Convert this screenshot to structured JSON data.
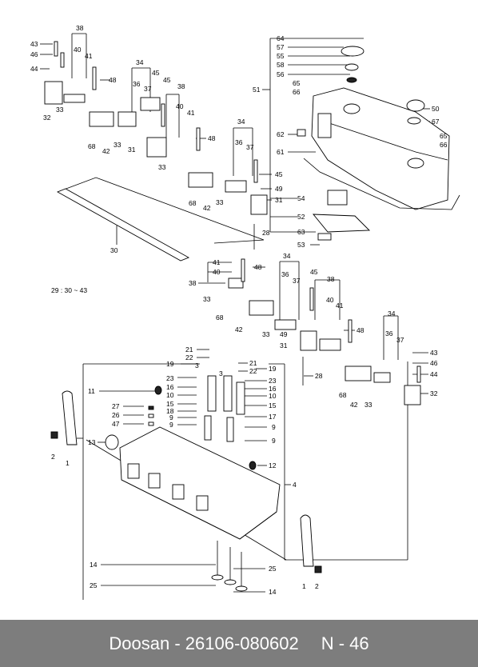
{
  "footer": {
    "part_text": "Doosan - 26106-080602",
    "page_ref": "N - 46"
  },
  "note": "29 : 30 ~ 43",
  "callouts": [
    {
      "id": "c43a",
      "text": "43"
    },
    {
      "id": "c46a",
      "text": "46"
    },
    {
      "id": "c44a",
      "text": "44"
    },
    {
      "id": "c38a",
      "text": "38"
    },
    {
      "id": "c40a",
      "text": "40"
    },
    {
      "id": "c41a",
      "text": "41"
    },
    {
      "id": "c48a",
      "text": "48"
    },
    {
      "id": "c32a",
      "text": "32"
    },
    {
      "id": "c33a",
      "text": "33"
    },
    {
      "id": "c68a",
      "text": "68"
    },
    {
      "id": "c33b",
      "text": "33"
    },
    {
      "id": "c42a",
      "text": "42"
    },
    {
      "id": "c34a",
      "text": "34"
    },
    {
      "id": "c36a",
      "text": "36"
    },
    {
      "id": "c37a",
      "text": "37"
    },
    {
      "id": "c45a",
      "text": "45"
    },
    {
      "id": "c45b",
      "text": "45"
    },
    {
      "id": "c38b",
      "text": "38"
    },
    {
      "id": "c40b",
      "text": "40"
    },
    {
      "id": "c41b",
      "text": "41"
    },
    {
      "id": "c31a",
      "text": "31"
    },
    {
      "id": "c48b",
      "text": "48"
    },
    {
      "id": "c33c",
      "text": "33"
    },
    {
      "id": "c34b",
      "text": "34"
    },
    {
      "id": "c36b",
      "text": "36"
    },
    {
      "id": "c37b",
      "text": "37"
    },
    {
      "id": "c45c",
      "text": "45"
    },
    {
      "id": "c49a",
      "text": "49"
    },
    {
      "id": "c31b",
      "text": "31"
    },
    {
      "id": "c68b",
      "text": "68"
    },
    {
      "id": "c42b",
      "text": "42"
    },
    {
      "id": "c33d",
      "text": "33"
    },
    {
      "id": "c28a",
      "text": "28"
    },
    {
      "id": "c30a",
      "text": "30"
    },
    {
      "id": "c64",
      "text": "64"
    },
    {
      "id": "c57",
      "text": "57"
    },
    {
      "id": "c55",
      "text": "55"
    },
    {
      "id": "c58",
      "text": "58"
    },
    {
      "id": "c56",
      "text": "56"
    },
    {
      "id": "c51",
      "text": "51"
    },
    {
      "id": "c65a",
      "text": "65"
    },
    {
      "id": "c66a",
      "text": "66"
    },
    {
      "id": "c50",
      "text": "50"
    },
    {
      "id": "c67",
      "text": "67"
    },
    {
      "id": "c65b",
      "text": "65"
    },
    {
      "id": "c66b",
      "text": "66"
    },
    {
      "id": "c62",
      "text": "62"
    },
    {
      "id": "c61",
      "text": "61"
    },
    {
      "id": "c54",
      "text": "54"
    },
    {
      "id": "c52",
      "text": "52"
    },
    {
      "id": "c63",
      "text": "63"
    },
    {
      "id": "c53",
      "text": "53"
    },
    {
      "id": "c41c",
      "text": "41"
    },
    {
      "id": "c40c",
      "text": "40"
    },
    {
      "id": "c48c",
      "text": "48"
    },
    {
      "id": "c38c",
      "text": "38"
    },
    {
      "id": "c33e",
      "text": "33"
    },
    {
      "id": "c68c",
      "text": "68"
    },
    {
      "id": "c42c",
      "text": "42"
    },
    {
      "id": "c33f",
      "text": "33"
    },
    {
      "id": "c34c",
      "text": "34"
    },
    {
      "id": "c36c",
      "text": "36"
    },
    {
      "id": "c37c",
      "text": "37"
    },
    {
      "id": "c45d",
      "text": "45"
    },
    {
      "id": "c49b",
      "text": "49"
    },
    {
      "id": "c31c",
      "text": "31"
    },
    {
      "id": "c38d",
      "text": "38"
    },
    {
      "id": "c40d",
      "text": "40"
    },
    {
      "id": "c41d",
      "text": "41"
    },
    {
      "id": "c48d",
      "text": "48"
    },
    {
      "id": "c28b",
      "text": "28"
    },
    {
      "id": "c34d",
      "text": "34"
    },
    {
      "id": "c36d",
      "text": "36"
    },
    {
      "id": "c37d",
      "text": "37"
    },
    {
      "id": "c43b",
      "text": "43"
    },
    {
      "id": "c46b",
      "text": "46"
    },
    {
      "id": "c44b",
      "text": "44"
    },
    {
      "id": "c68d",
      "text": "68"
    },
    {
      "id": "c42d",
      "text": "42"
    },
    {
      "id": "c33g",
      "text": "33"
    },
    {
      "id": "c32b",
      "text": "32"
    },
    {
      "id": "c21a",
      "text": "21"
    },
    {
      "id": "c22a",
      "text": "22"
    },
    {
      "id": "c19a",
      "text": "19"
    },
    {
      "id": "c3a",
      "text": "3"
    },
    {
      "id": "c21b",
      "text": "21"
    },
    {
      "id": "c22b",
      "text": "22"
    },
    {
      "id": "c19b",
      "text": "19"
    },
    {
      "id": "c3b",
      "text": "3"
    },
    {
      "id": "c23a",
      "text": "23"
    },
    {
      "id": "c23b",
      "text": "23"
    },
    {
      "id": "c16a",
      "text": "16"
    },
    {
      "id": "c16b",
      "text": "16"
    },
    {
      "id": "c10a",
      "text": "10"
    },
    {
      "id": "c10b",
      "text": "10"
    },
    {
      "id": "c15a",
      "text": "15"
    },
    {
      "id": "c15b",
      "text": "15"
    },
    {
      "id": "c18",
      "text": "18"
    },
    {
      "id": "c17",
      "text": "17"
    },
    {
      "id": "c9a",
      "text": "9"
    },
    {
      "id": "c9b",
      "text": "9"
    },
    {
      "id": "c9c",
      "text": "9"
    },
    {
      "id": "c9d",
      "text": "9"
    },
    {
      "id": "c11",
      "text": "11"
    },
    {
      "id": "c27",
      "text": "27"
    },
    {
      "id": "c26",
      "text": "26"
    },
    {
      "id": "c47",
      "text": "47"
    },
    {
      "id": "c13",
      "text": "13"
    },
    {
      "id": "c12",
      "text": "12"
    },
    {
      "id": "c4",
      "text": "4"
    },
    {
      "id": "c2a",
      "text": "2"
    },
    {
      "id": "c1a",
      "text": "1"
    },
    {
      "id": "c14a",
      "text": "14"
    },
    {
      "id": "c25a",
      "text": "25"
    },
    {
      "id": "c25b",
      "text": "25"
    },
    {
      "id": "c14b",
      "text": "14"
    },
    {
      "id": "c1b",
      "text": "1"
    },
    {
      "id": "c2b",
      "text": "2"
    }
  ]
}
